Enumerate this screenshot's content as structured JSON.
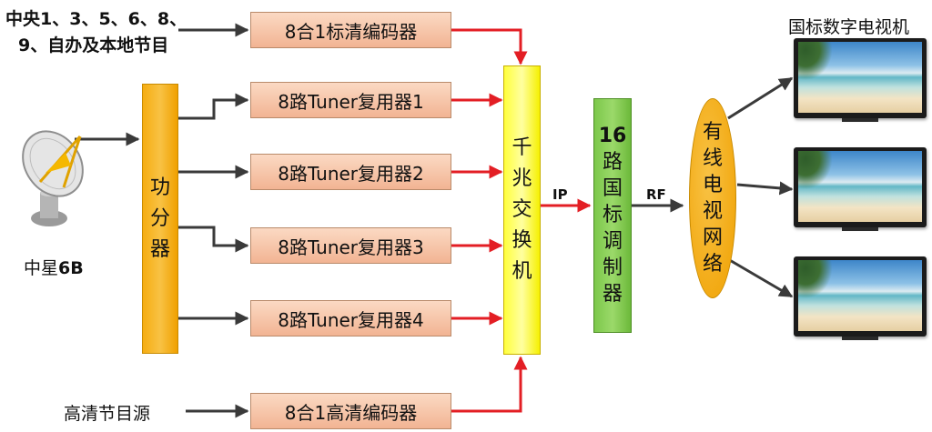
{
  "inputs": {
    "channels_line1": "中央1、3、5、6、8、",
    "channels_line2": "9、自办及本地节目",
    "hd_source": "高清节目源",
    "satellite_label_prefix": "中星",
    "satellite_label_suffix": "6B"
  },
  "boxes": {
    "sd_encoder": "8合1标清编码器",
    "hd_encoder": "8合1高清编码器",
    "tuner1": "8路Tuner复用器1",
    "tuner2": "8路Tuner复用器2",
    "tuner3": "8路Tuner复用器3",
    "tuner4": "8路Tuner复用器4",
    "splitter": "功\n分\n器",
    "switch": "千\n兆\n交\n换\n机",
    "modulator_top": "16",
    "modulator": "路\n国\n标\n调\n制\n器",
    "cable_network": "有\n线\n电\n视\n网\n络"
  },
  "links": {
    "ip": "IP",
    "rf": "RF"
  },
  "output": {
    "title": "国标数字电视机"
  },
  "colors": {
    "encoder_fill": "#f6c4a6",
    "splitter_fill": "#f5a800",
    "switch_fill": "#ffff33",
    "modulator_fill": "#7ac943",
    "network_fill": "#f5a800",
    "red_arrow": "#e31e24",
    "dark_arrow": "#3a3a3a"
  }
}
